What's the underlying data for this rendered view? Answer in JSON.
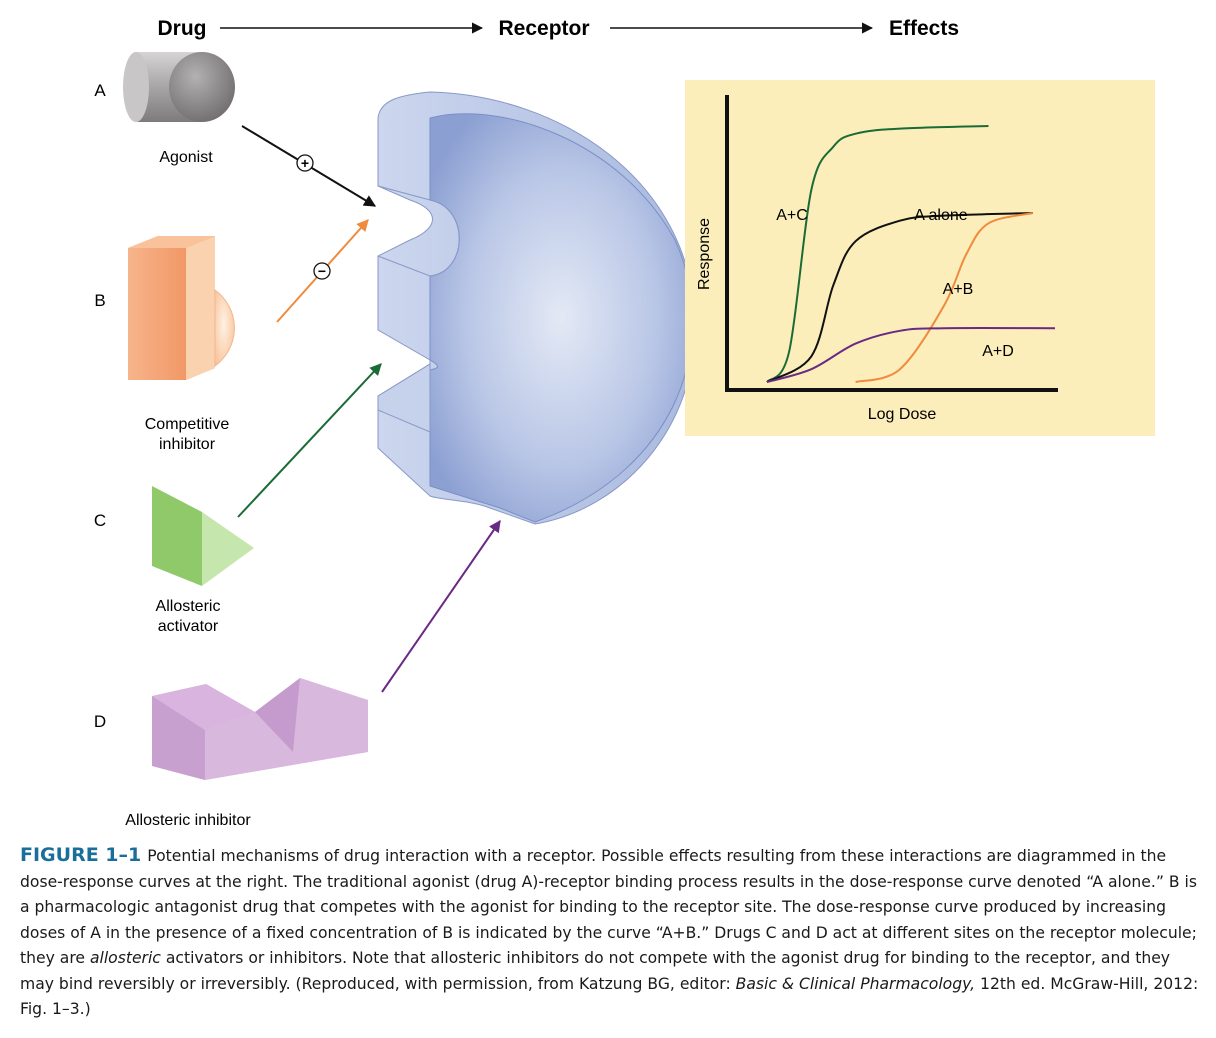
{
  "header": {
    "drug": "Drug",
    "receptor": "Receptor",
    "effects": "Effects"
  },
  "drugs": [
    {
      "letter": "A",
      "label_lines": [
        "Agonist"
      ]
    },
    {
      "letter": "B",
      "label_lines": [
        "Competitive",
        "inhibitor"
      ]
    },
    {
      "letter": "C",
      "label_lines": [
        "Allosteric",
        "activator"
      ]
    },
    {
      "letter": "D",
      "label_lines": [
        "Allosteric inhibitor"
      ]
    }
  ],
  "signs": {
    "plus": "+",
    "minus": "−"
  },
  "colors": {
    "agonist": "#9a9898",
    "competitive": "#f0a06a",
    "activator": "#9fd07c",
    "inhibitor": "#d2a8db",
    "receptor": "#a9badf",
    "panel_bg": "#fbeebb",
    "arrow_a": "#111111",
    "arrow_b": "#f08a3c",
    "arrow_c": "#1a6b35",
    "arrow_d": "#6a2a84",
    "caption_label": "#1a6f9a"
  },
  "chart_data": {
    "type": "line",
    "xlabel": "Log Dose",
    "ylabel": "Response",
    "series": [
      {
        "name": "A+C",
        "color": "#1a6b35",
        "x": [
          0,
          0.5,
          1.0,
          1.5,
          2.0,
          3.0,
          5.0
        ],
        "y": [
          0,
          0.12,
          0.75,
          0.92,
          0.97,
          0.99,
          1.0
        ]
      },
      {
        "name": "A alone",
        "color": "#111111",
        "x": [
          0,
          1.0,
          1.5,
          2.0,
          3.0,
          4.0,
          6.0
        ],
        "y": [
          0,
          0.1,
          0.38,
          0.55,
          0.63,
          0.65,
          0.66
        ]
      },
      {
        "name": "A+B",
        "color": "#f08a3c",
        "x": [
          2.0,
          3.0,
          4.0,
          4.5,
          5.0,
          6.0
        ],
        "y": [
          0,
          0.05,
          0.3,
          0.5,
          0.62,
          0.66
        ]
      },
      {
        "name": "A+D",
        "color": "#6a2a84",
        "x": [
          0,
          1.0,
          2.0,
          3.0,
          4.0,
          6.5
        ],
        "y": [
          0,
          0.05,
          0.15,
          0.2,
          0.21,
          0.21
        ]
      }
    ]
  },
  "caption": {
    "label": "FIGURE 1–1",
    "text_1": "Potential mechanisms of drug interaction with a receptor. Possible effects resulting from these interactions are diagrammed in the dose-response curves at the right. The traditional agonist (drug A)-receptor binding process results in the dose-response curve denoted “A alone.” B is a pharmacologic antagonist drug that competes with the agonist for binding to the receptor site. The dose-response curve produced by increasing doses of A in the presence of a fixed concentration of B is indicated by the curve “A+B.” Drugs C and D act at different sites on the receptor molecule; they are ",
    "italic_1": "allosteric",
    "text_2": " activators or inhibitors. Note that allosteric inhibitors do not compete with the agonist drug for binding to the receptor, and they may bind reversibly or irreversibly. (Reproduced, with permission, from Katzung BG, editor: ",
    "italic_2": "Basic & Clinical Pharmacology,",
    "text_3": " 12th ed. McGraw-Hill, 2012: Fig. 1–3.)"
  }
}
